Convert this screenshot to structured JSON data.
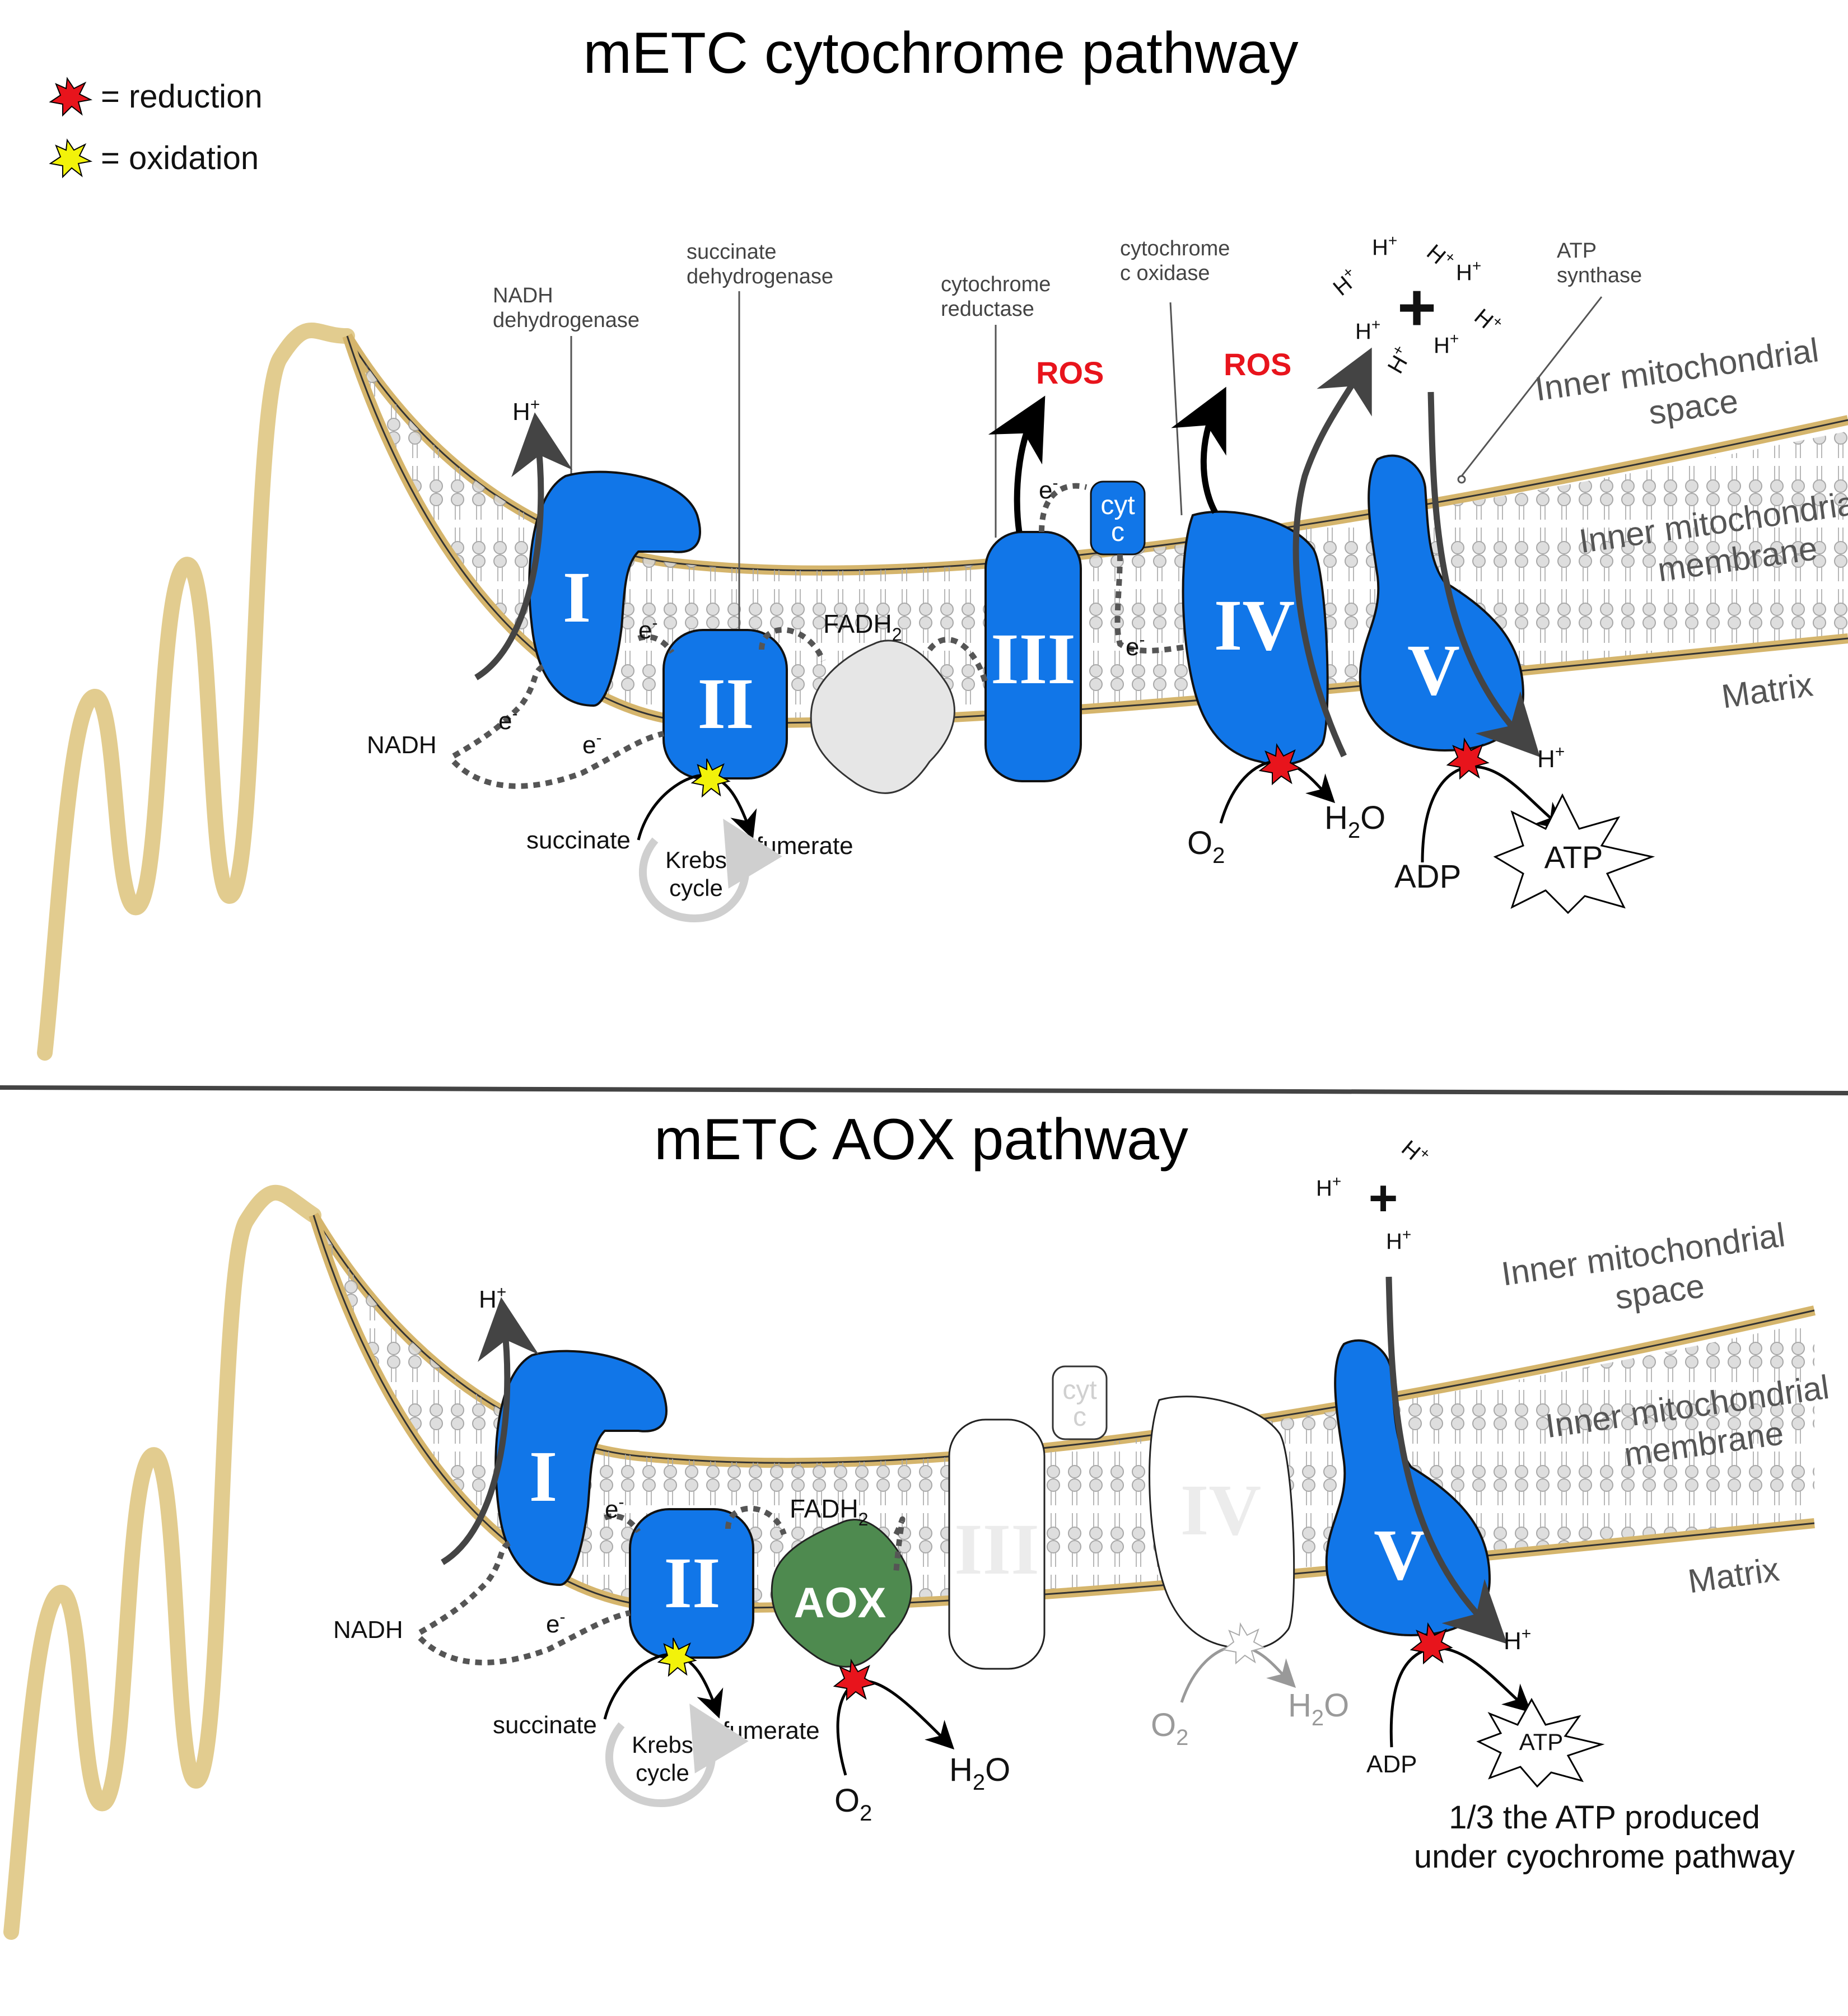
{
  "legend": {
    "reduction": "= reduction",
    "oxidation": "= oxidation",
    "reduction_color": "#e8141c",
    "oxidation_color": "#f2f20a"
  },
  "colors": {
    "complex_blue": "#1176e8",
    "aox_green": "#4e8a4f",
    "membrane_tan": "#e2cc8f",
    "ros_red": "#e8141c"
  },
  "top": {
    "title": "mETC cytochrome pathway",
    "labels": {
      "nadh_dehydrogenase_1": "NADH",
      "nadh_dehydrogenase_2": "dehydrogenase",
      "succinate_dehydrogenase_1": "succinate",
      "succinate_dehydrogenase_2": "dehydrogenase",
      "cytochrome_reductase_1": "cytochrome",
      "cytochrome_reductase_2": "reductase",
      "cytochrome_c_oxidase_1": "cytochrome",
      "cytochrome_c_oxidase_2": "c oxidase",
      "atp_synthase_1": "ATP",
      "atp_synthase_2": "synthase"
    },
    "complexes": {
      "c1": "I",
      "c2": "II",
      "c3": "III",
      "c4": "IV",
      "c5": "V",
      "cyt1": "cyt",
      "cyt2": "c"
    },
    "ros_1": "ROS",
    "ros_2": "ROS",
    "nadh": "NADH",
    "fadh": "FADH",
    "fadh_sub": "2",
    "succinate": "succinate",
    "fumerate": "fumerate",
    "krebs_1": "Krebs",
    "krebs_2": "cycle",
    "o2": "O",
    "o2_sub": "2",
    "h2o_h": "H",
    "h2o_sub": "2",
    "h2o_o": "O",
    "adp": "ADP",
    "atp": "ATP",
    "electron": "e",
    "minus": "-",
    "proton": "H",
    "plus": "+",
    "big_plus": "+",
    "regions": {
      "ims_1": "Inner mitochondrial",
      "ims_2": "space",
      "imm_1": "Inner mitochondrial",
      "imm_2": "membrane",
      "matrix": "Matrix"
    }
  },
  "bottom": {
    "title": "mETC AOX pathway",
    "complexes": {
      "c1": "I",
      "c2": "II",
      "c3": "III",
      "c4": "IV",
      "c5": "V",
      "cyt1": "cyt",
      "cyt2": "c",
      "aox": "AOX"
    },
    "nadh": "NADH",
    "fadh": "FADH",
    "fadh_sub": "2",
    "succinate": "succinate",
    "fumerate": "fumerate",
    "krebs_1": "Krebs",
    "krebs_2": "cycle",
    "o2": "O",
    "o2_sub": "2",
    "h2o_h": "H",
    "h2o_sub": "2",
    "h2o_o": "O",
    "adp": "ADP",
    "atp": "ATP",
    "electron": "e",
    "minus": "-",
    "proton": "H",
    "plus": "+",
    "big_plus": "+",
    "note_1": "1/3 the ATP produced",
    "note_2": "under cyochrome pathway",
    "regions": {
      "ims_1": "Inner mitochondrial",
      "ims_2": "space",
      "imm_1": "Inner mitochondrial",
      "imm_2": "membrane",
      "matrix": "Matrix"
    }
  }
}
